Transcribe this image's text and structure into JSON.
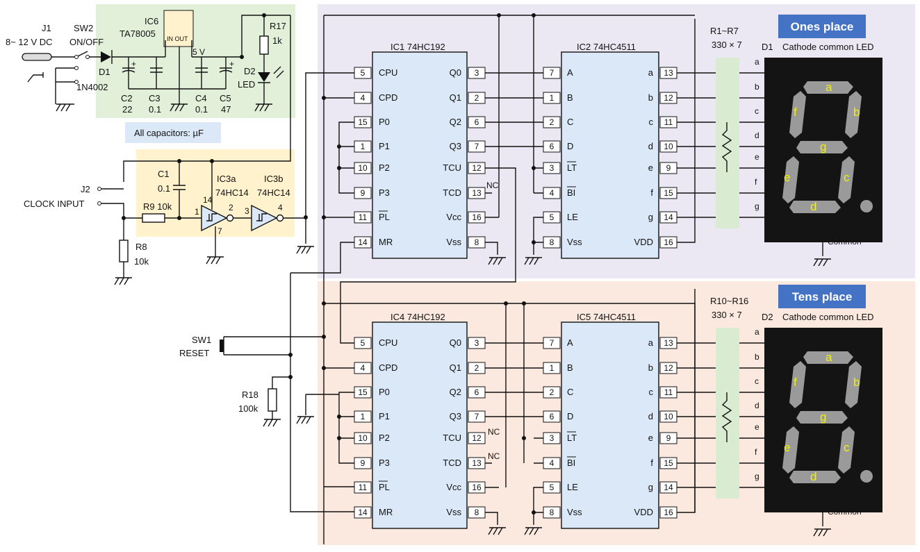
{
  "power": {
    "j1_ref": "J1",
    "j1_value": "8~ 12 V DC",
    "sw2_ref": "SW2",
    "sw2_value": "ON/OFF",
    "d1_ref": "D1",
    "d1_value": "1N4002",
    "ic6_ref": "IC6",
    "ic6_value": "TA78005",
    "ic6_pins": "IN OUT",
    "c2_ref": "C2",
    "c2_value": "22",
    "c3_ref": "C3",
    "c3_value": "0.1",
    "c4_ref": "C4",
    "c4_value": "0.1",
    "c5_ref": "C5",
    "c5_value": "47",
    "rail_label": "5 V",
    "r17_ref": "R17",
    "r17_value": "1k",
    "d2_ref": "D2",
    "d2_value": "LED",
    "cap_note": "All capacitors: µF"
  },
  "clock": {
    "j2_ref": "J2",
    "j2_value": "CLOCK INPUT",
    "c1_ref": "C1",
    "c1_value": "0.1",
    "r9": "R9 10k",
    "r8_ref": "R8",
    "r8_value": "10k",
    "ic3a_ref": "IC3a",
    "ic3a_value": "74HC14",
    "ic3b_ref": "IC3b",
    "ic3b_value": "74HC14",
    "pin_1": "1",
    "pin_2": "2",
    "pin_3": "3",
    "pin_4": "4",
    "pin_7": "7",
    "pin_14": "14"
  },
  "reset": {
    "sw1_ref": "SW1",
    "sw1_value": "RESET",
    "r18_ref": "R18",
    "r18_value": "100k"
  },
  "counter_pins": [
    {
      "num": "5",
      "name": "CPU"
    },
    {
      "num": "4",
      "name": "CPD"
    },
    {
      "num": "15",
      "name": "P0"
    },
    {
      "num": "1",
      "name": "P1"
    },
    {
      "num": "10",
      "name": "P2"
    },
    {
      "num": "9",
      "name": "P3"
    },
    {
      "num": "11",
      "name": "PL"
    },
    {
      "num": "14",
      "name": "MR"
    }
  ],
  "counter_right_pins": [
    {
      "num": "3",
      "name": "Q0"
    },
    {
      "num": "2",
      "name": "Q1"
    },
    {
      "num": "6",
      "name": "Q2"
    },
    {
      "num": "7",
      "name": "Q3"
    },
    {
      "num": "12",
      "name": "TCU"
    },
    {
      "num": "13",
      "name": "TCD"
    },
    {
      "num": "16",
      "name": "Vcc"
    },
    {
      "num": "8",
      "name": "Vss"
    }
  ],
  "decoder_pins": [
    {
      "num": "7",
      "name": "A"
    },
    {
      "num": "1",
      "name": "B"
    },
    {
      "num": "2",
      "name": "C"
    },
    {
      "num": "6",
      "name": "D"
    },
    {
      "num": "3",
      "name": "LT"
    },
    {
      "num": "4",
      "name": "BI"
    },
    {
      "num": "5",
      "name": "LE"
    },
    {
      "num": "8",
      "name": "Vss"
    }
  ],
  "decoder_right_pins": [
    {
      "num": "13",
      "name": "a"
    },
    {
      "num": "12",
      "name": "b"
    },
    {
      "num": "11",
      "name": "c"
    },
    {
      "num": "10",
      "name": "d"
    },
    {
      "num": "9",
      "name": "e"
    },
    {
      "num": "15",
      "name": "f"
    },
    {
      "num": "14",
      "name": "g"
    },
    {
      "num": "16",
      "name": "VDD"
    }
  ],
  "segments": [
    "a",
    "b",
    "c",
    "d",
    "e",
    "f",
    "g"
  ],
  "nc": "NC",
  "common": "Common",
  "ones": {
    "title": "Ones place",
    "counter_title": "IC1 74HC192",
    "decoder_title": "IC2 74HC4511",
    "res_ref": "R1~R7",
    "res_value": "330 × 7",
    "disp_ref": "D1",
    "disp_value": "Cathode common LED"
  },
  "tens": {
    "title": "Tens place",
    "counter_title": "IC4 74HC192",
    "decoder_title": "IC5 74HC4511",
    "res_ref": "R10~R16",
    "res_value": "330 × 7",
    "disp_ref": "D2",
    "disp_value": "Cathode common LED"
  },
  "colors": {
    "power_bg": "#e2f0d9",
    "clock_bg": "#fff2cc",
    "ones_bg": "#ece8f3",
    "tens_bg": "#fbe9df",
    "ic_fill": "#dae8f7",
    "res_fill": "#d9ecd2",
    "title_bg": "#4472c4",
    "led_bg": "#141414",
    "seg_fill": "#9a9a9a",
    "seg_label": "#f2f200"
  }
}
